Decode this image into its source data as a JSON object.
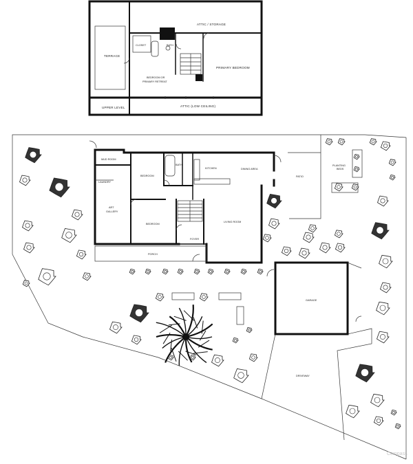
{
  "upper_level": {
    "level_label": "UPPER LEVEL",
    "rooms": {
      "attic_storage": "ATTIC / STORAGE",
      "terrace": "TERRACE",
      "closet": "CLOSET",
      "bath": "BATH",
      "primary_bedroom": "PRIMARY BEDROOM",
      "bedroom_retreat_1": "BEDROOM OR",
      "bedroom_retreat_2": "PRIMARY RETREAT",
      "attic_low": "ATTIC (LOW CEILING)"
    }
  },
  "main_level": {
    "rooms": {
      "mud_room": "MUD ROOM",
      "laundry": "LAUNDRY",
      "art_gallery_1": "ART",
      "art_gallery_2": "GALLERY",
      "bedroom_1": "BEDROOM",
      "bedroom_2": "BEDROOM",
      "bath": "BATH",
      "kitchen": "KITCHEN",
      "dining_area": "DINING AREA",
      "living_room": "LIVING ROOM",
      "foyer": "FOYER",
      "porch": "PORCH",
      "patio": "PATIO",
      "planting_beds_1": "PLANTING",
      "planting_beds_2": "BEDS",
      "garage": "GARAGE",
      "driveway": "DRIVEWAY"
    }
  },
  "watermark": "Compass"
}
